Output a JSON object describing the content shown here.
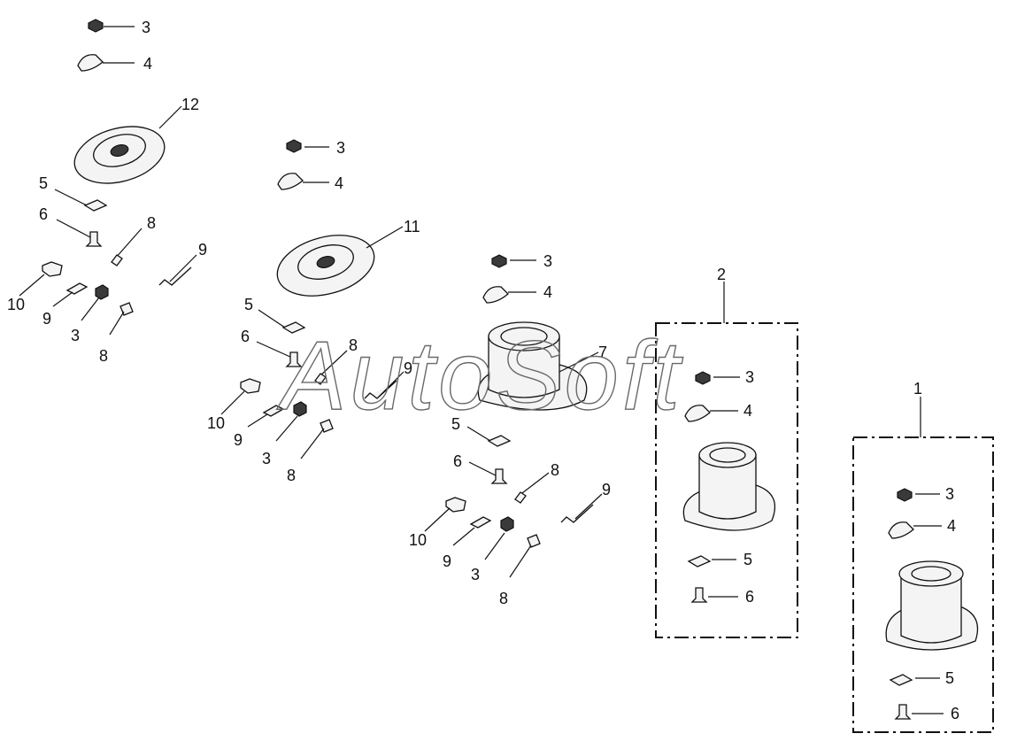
{
  "watermark": "AutoSoft",
  "callouts": {
    "g1_3": "3",
    "g1_4": "4",
    "g1_12": "12",
    "g1_5": "5",
    "g1_6": "6",
    "g1_8a": "8",
    "g1_9a": "9",
    "g1_10": "10",
    "g1_9b": "9",
    "g1_3b": "3",
    "g1_8b": "8",
    "g2_3": "3",
    "g2_4": "4",
    "g2_11": "11",
    "g2_5": "5",
    "g2_6": "6",
    "g2_8a": "8",
    "g2_9a": "9",
    "g2_10": "10",
    "g2_9b": "9",
    "g2_3b": "3",
    "g2_8b": "8",
    "g3_3": "3",
    "g3_4": "4",
    "g3_7": "7",
    "g3_5": "5",
    "g3_6": "6",
    "g3_8a": "8",
    "g3_9a": "9",
    "g3_10": "10",
    "g3_9b": "9",
    "g3_3b": "3",
    "g3_8b": "8",
    "box2_label": "2",
    "box2_3": "3",
    "box2_4": "4",
    "box2_5": "5",
    "box2_6": "6",
    "box1_label": "1",
    "box1_3": "3",
    "box1_4": "4",
    "box1_5": "5",
    "box1_6": "6"
  }
}
